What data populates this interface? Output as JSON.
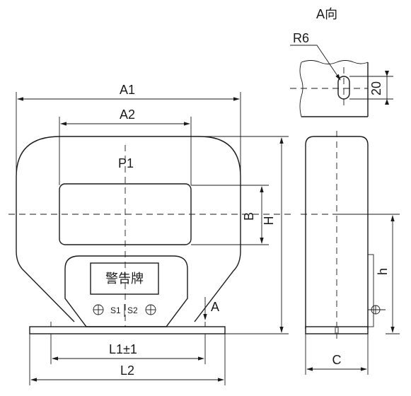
{
  "front_view": {
    "labels": {
      "a1": "A1",
      "a2": "A2",
      "p1": "P1",
      "b": "B",
      "h_upper": "H",
      "l1": "L1±1",
      "l2": "L2",
      "arrow_a": "A",
      "warning_plate": "警告牌",
      "s1": "S1",
      "s2": "S2"
    }
  },
  "side_view": {
    "labels": {
      "h_lower": "h",
      "c": "C"
    }
  },
  "detail_view": {
    "labels": {
      "title": "A向",
      "radius": "R6",
      "slot_height": "20"
    }
  }
}
